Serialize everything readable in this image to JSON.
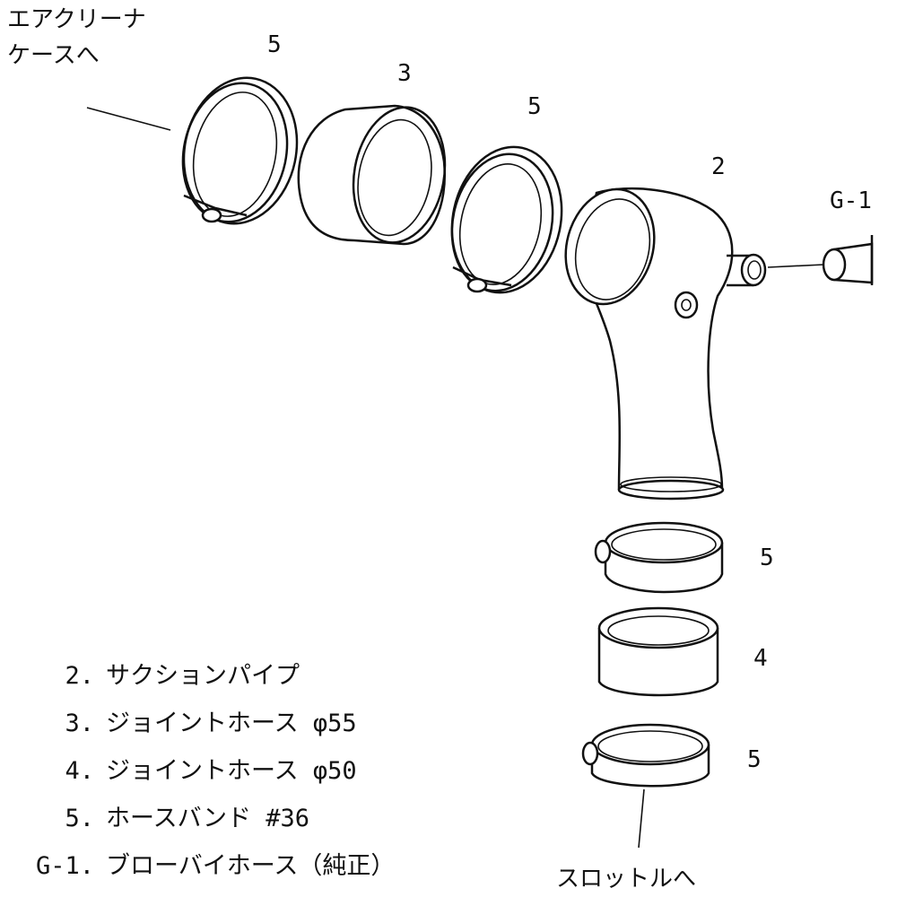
{
  "callouts": {
    "air_cleaner_line1": "エアクリーナ",
    "air_cleaner_line2": "ケースへ",
    "throttle": "スロットルへ",
    "part_5_top_left": "5",
    "part_3": "3",
    "part_5_top_mid": "5",
    "part_2": "2",
    "part_g1": "G-1",
    "part_5_lower": "5",
    "part_4": "4",
    "part_5_bottom": "5"
  },
  "legend": [
    {
      "num": "2.",
      "name": "サクションパイプ"
    },
    {
      "num": "3.",
      "name": "ジョイントホース φ55"
    },
    {
      "num": "4.",
      "name": "ジョイントホース φ50"
    },
    {
      "num": "5.",
      "name": "ホースバンド #36"
    },
    {
      "num": "G-1.",
      "name": "ブローバイホース（純正）"
    }
  ]
}
